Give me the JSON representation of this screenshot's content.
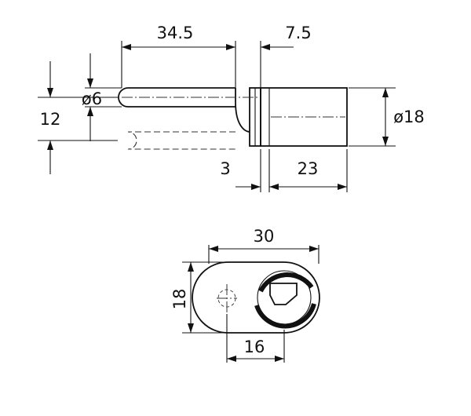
{
  "side_view": {
    "dims": {
      "pin_length": "34.5",
      "shoulder": "7.5",
      "pin_diameter": "ø6",
      "offset": "12",
      "body_diameter": "ø18",
      "flange": "3",
      "body_length": "23"
    }
  },
  "front_view": {
    "dims": {
      "width": "30",
      "height": "18",
      "center_distance": "16"
    }
  }
}
